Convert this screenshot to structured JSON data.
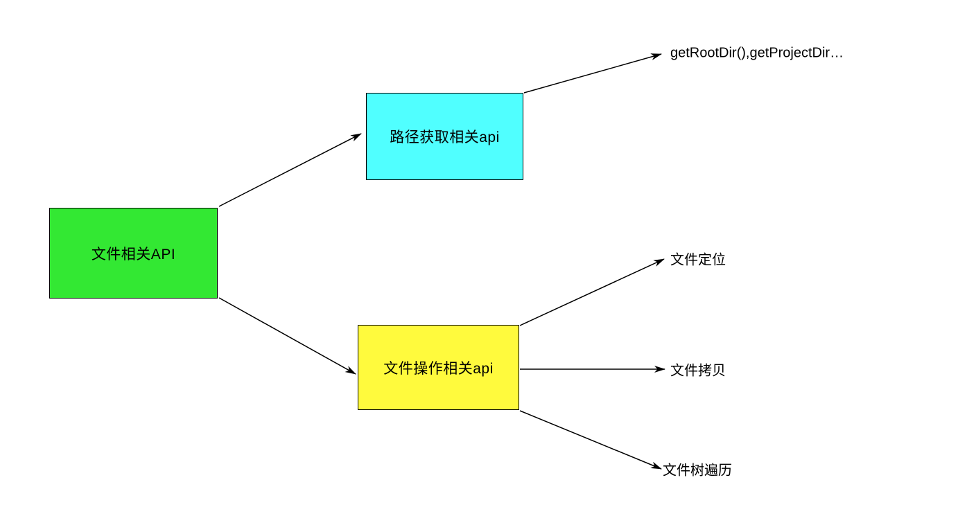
{
  "diagram": {
    "background_color": "#ffffff",
    "stroke_color": "#000000",
    "nodes": [
      {
        "id": "root",
        "label": "文件相关API",
        "fill": "#33E833"
      },
      {
        "id": "path-api",
        "label": "路径获取相关api",
        "fill": "#50FFFF"
      },
      {
        "id": "file-op",
        "label": "文件操作相关api",
        "fill": "#FFFA3D"
      }
    ],
    "leaves": [
      {
        "id": "get-root-dir",
        "text": "getRootDir(),getProjectDir…"
      },
      {
        "id": "file-locate",
        "text": "文件定位"
      },
      {
        "id": "file-copy",
        "text": "文件拷贝"
      },
      {
        "id": "file-tree",
        "text": "文件树遍历"
      }
    ],
    "edges": [
      {
        "from": "root",
        "to": "path-api"
      },
      {
        "from": "path-api",
        "to": "get-root-dir"
      },
      {
        "from": "root",
        "to": "file-op"
      },
      {
        "from": "file-op",
        "to": "file-locate"
      },
      {
        "from": "file-op",
        "to": "file-copy"
      },
      {
        "from": "file-op",
        "to": "file-tree"
      }
    ]
  }
}
